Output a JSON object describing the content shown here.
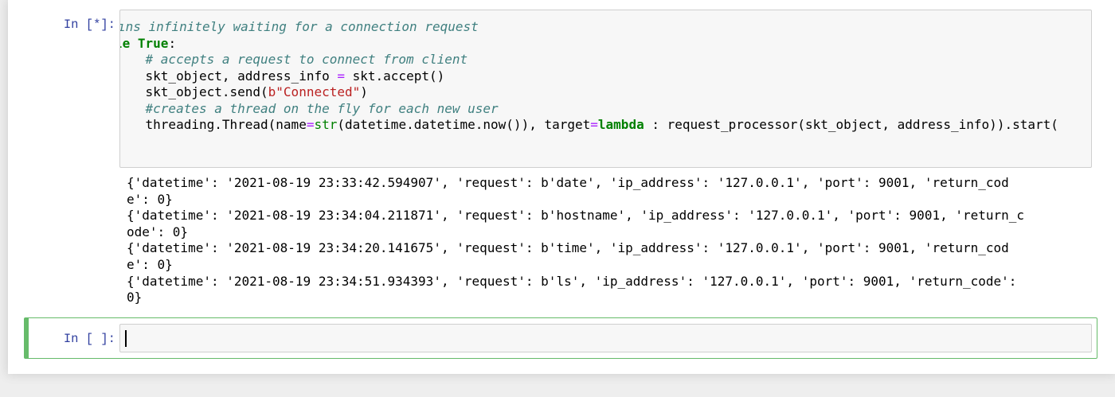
{
  "cells": [
    {
      "prompt": "In [*]:",
      "code_lines": [
        [
          {
            "t": "cm",
            "v": "ıns infinitely waiting for a connection request"
          }
        ],
        [
          {
            "t": "kw",
            "v": "le True"
          },
          {
            "t": "",
            "v": ":"
          }
        ],
        [
          {
            "t": "",
            "v": "    "
          },
          {
            "t": "cm",
            "v": "# accepts a request to connect from client"
          }
        ],
        [
          {
            "t": "",
            "v": "    skt_object, address_info "
          },
          {
            "t": "op",
            "v": "="
          },
          {
            "t": "",
            "v": " skt.accept()"
          }
        ],
        [
          {
            "t": "",
            "v": "    skt_object.send("
          },
          {
            "t": "st",
            "v": "b\"Connected\""
          },
          {
            "t": "",
            "v": ")"
          }
        ],
        [
          {
            "t": "",
            "v": "    "
          },
          {
            "t": "cm",
            "v": "#creates a thread on the fly for each new user"
          }
        ],
        [
          {
            "t": "",
            "v": "    threading.Thread(name"
          },
          {
            "t": "op",
            "v": "="
          },
          {
            "t": "bi",
            "v": "str"
          },
          {
            "t": "",
            "v": "(datetime.datetime.now()), target"
          },
          {
            "t": "op",
            "v": "="
          },
          {
            "t": "kw",
            "v": "lambda"
          },
          {
            "t": "",
            "v": " : request_processor(skt_object, address_info)).start("
          }
        ]
      ],
      "output_lines": [
        "{'datetime': '2021-08-19 23:33:42.594907', 'request': b'date', 'ip_address': '127.0.0.1', 'port': 9001, 'return_cod",
        "e': 0}",
        "{'datetime': '2021-08-19 23:34:04.211871', 'request': b'hostname', 'ip_address': '127.0.0.1', 'port': 9001, 'return_c",
        "ode': 0}",
        "{'datetime': '2021-08-19 23:34:20.141675', 'request': b'time', 'ip_address': '127.0.0.1', 'port': 9001, 'return_cod",
        "e': 0}",
        "{'datetime': '2021-08-19 23:34:51.934393', 'request': b'ls', 'ip_address': '127.0.0.1', 'port': 9001, 'return_code':",
        "0}"
      ]
    },
    {
      "prompt": "In [ ]:",
      "input_value": ""
    }
  ],
  "colors": {
    "prompt": "#303f9f",
    "comment": "#408080",
    "keyword": "#008000",
    "operator": "#aa22ff",
    "string": "#ba2121",
    "selected_border": "#66bb6a"
  }
}
